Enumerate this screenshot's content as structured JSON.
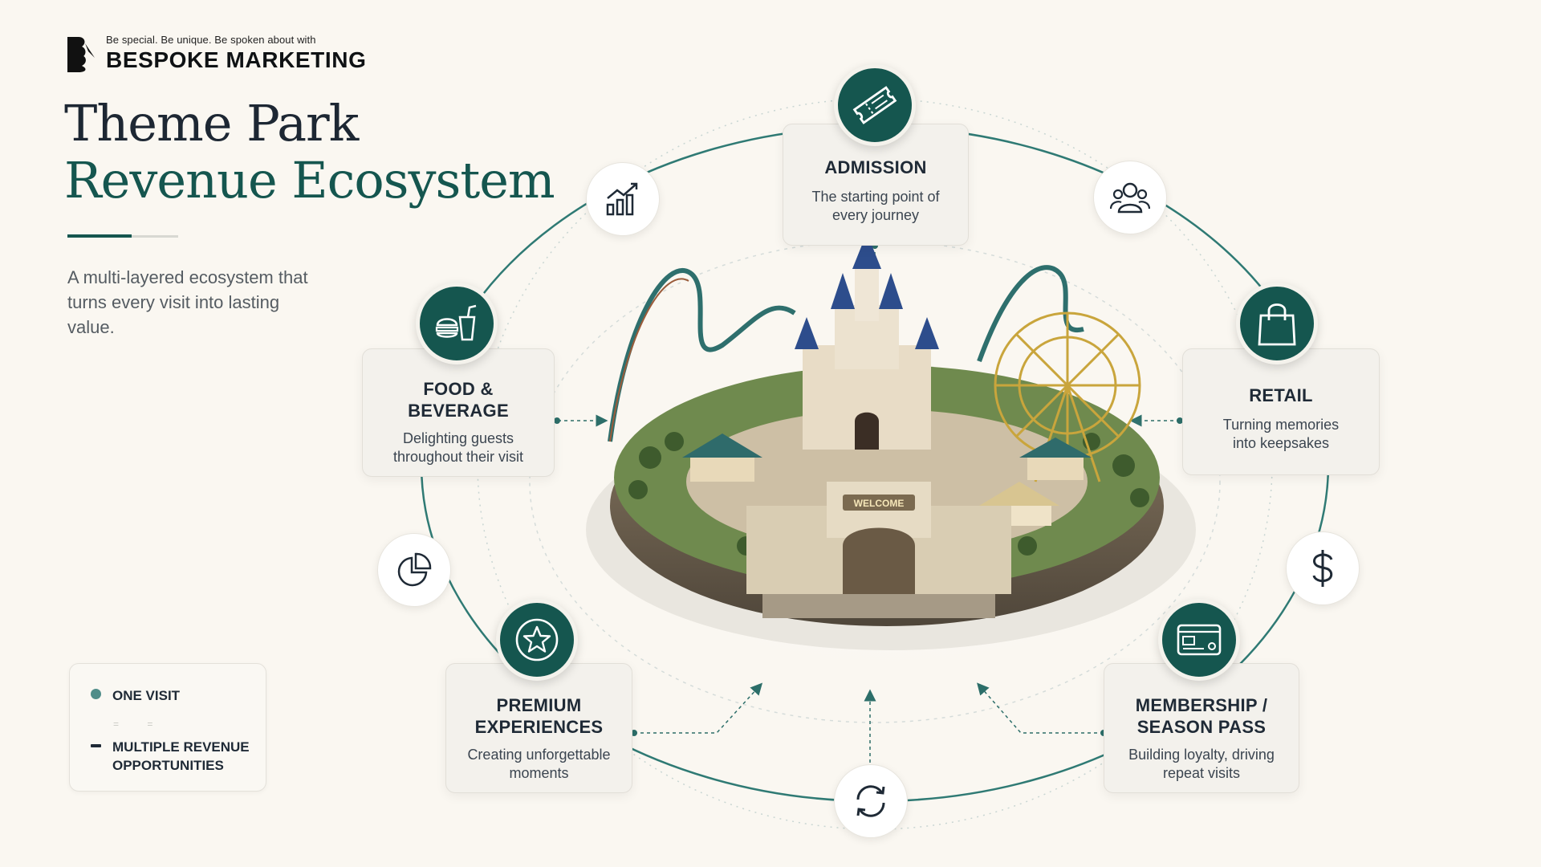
{
  "brand": {
    "tagline": "Be special. Be unique. Be spoken about with",
    "name": "BESPOKE MARKETING"
  },
  "title": {
    "line1": "Theme Park",
    "line2": "Revenue Ecosystem"
  },
  "subtitle": "A multi-layered ecosystem that turns every visit into lasting value.",
  "legend": {
    "item1": "ONE VISIT",
    "item2": "MULTIPLE REVENUE OPPORTUNITIES"
  },
  "nodes": {
    "admission": {
      "title": "ADMISSION",
      "desc": "The starting point of every journey",
      "icon": "ticket-icon"
    },
    "food": {
      "title": "FOOD & BEVERAGE",
      "desc": "Delighting guests throughout their visit",
      "icon": "burger-drink-icon"
    },
    "retail": {
      "title": "RETAIL",
      "desc": "Turning memories into keepsakes",
      "icon": "shopping-bag-icon"
    },
    "premium": {
      "title": "PREMIUM EXPERIENCES",
      "desc": "Creating unforgettable moments",
      "icon": "star-badge-icon"
    },
    "membership": {
      "title": "MEMBERSHIP / SEASON PASS",
      "desc": "Building loyalty, driving repeat visits",
      "icon": "membership-card-icon"
    }
  },
  "ring_icons": [
    "growth-chart-icon",
    "people-icon",
    "pie-chart-icon",
    "dollar-icon",
    "refresh-cycle-icon"
  ],
  "park": {
    "sign": "WELCOME"
  },
  "colors": {
    "accent": "#15564f",
    "teal": "#4f8d89",
    "background": "#faf7f1",
    "text": "#1f2a36"
  }
}
